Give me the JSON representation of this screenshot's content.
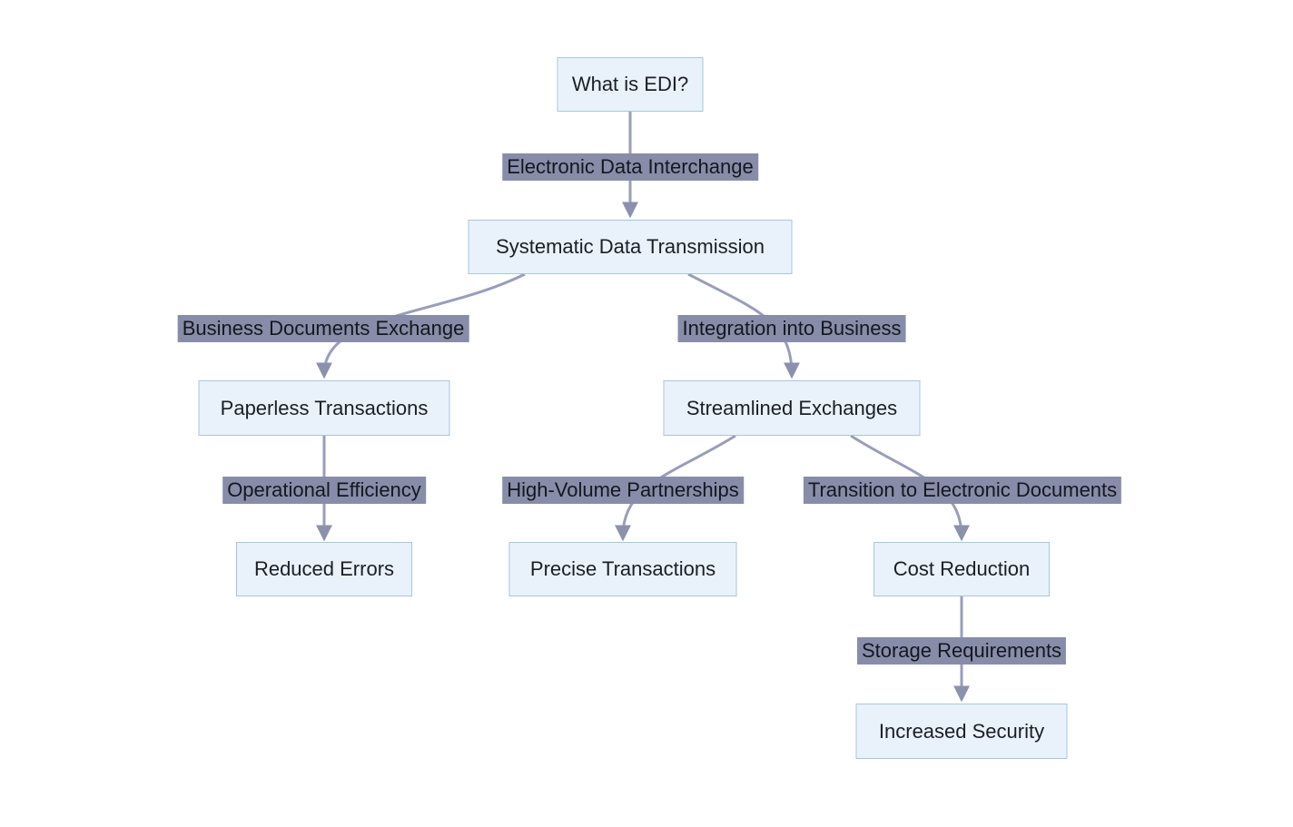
{
  "diagram": {
    "type": "flowchart",
    "direction": "top-down",
    "nodes": [
      {
        "id": "what-is-edi",
        "label": "What is EDI?"
      },
      {
        "id": "systematic-data-transmission",
        "label": "Systematic Data Transmission"
      },
      {
        "id": "paperless-transactions",
        "label": "Paperless Transactions"
      },
      {
        "id": "streamlined-exchanges",
        "label": "Streamlined Exchanges"
      },
      {
        "id": "reduced-errors",
        "label": "Reduced Errors"
      },
      {
        "id": "precise-transactions",
        "label": "Precise Transactions"
      },
      {
        "id": "cost-reduction",
        "label": "Cost Reduction"
      },
      {
        "id": "increased-security",
        "label": "Increased Security"
      }
    ],
    "edges": [
      {
        "from": "What is EDI?",
        "to": "Systematic Data Transmission",
        "label": "Electronic Data Interchange"
      },
      {
        "from": "Systematic Data Transmission",
        "to": "Paperless Transactions",
        "label": "Business Documents Exchange"
      },
      {
        "from": "Systematic Data Transmission",
        "to": "Streamlined Exchanges",
        "label": "Integration into Business"
      },
      {
        "from": "Paperless Transactions",
        "to": "Reduced Errors",
        "label": "Operational Efficiency"
      },
      {
        "from": "Streamlined Exchanges",
        "to": "Precise Transactions",
        "label": "High-Volume Partnerships"
      },
      {
        "from": "Streamlined Exchanges",
        "to": "Cost Reduction",
        "label": "Transition to Electronic Documents"
      },
      {
        "from": "Cost Reduction",
        "to": "Increased Security",
        "label": "Storage Requirements"
      }
    ],
    "colors": {
      "background": "#ffffff",
      "node_fill": "#e9f2fa",
      "node_border": "#a9c5da",
      "node_text": "#1b1e28",
      "edge_line": "#989eb9",
      "arrowhead": "#8b91ad",
      "edge_label_bg": "#878da9",
      "edge_label_text": "#15171f"
    }
  }
}
